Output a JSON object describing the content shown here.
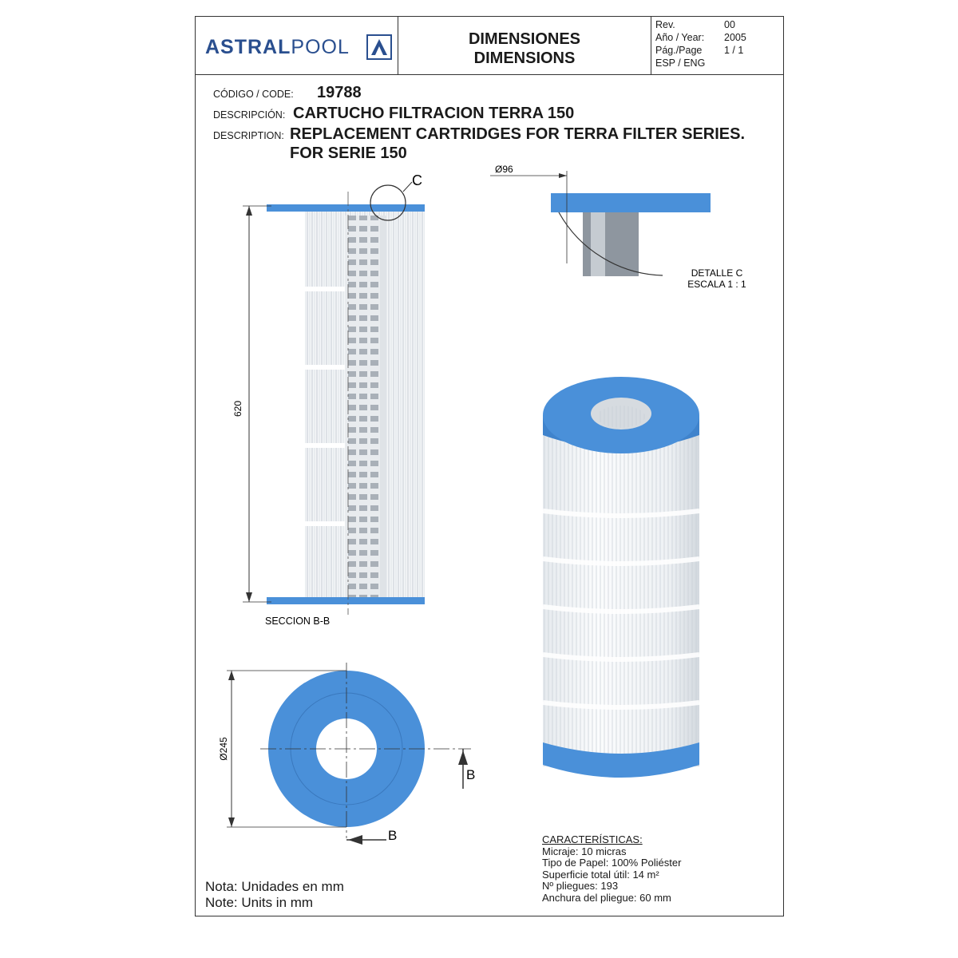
{
  "header": {
    "logo": {
      "part1": "ASTRAL",
      "part2": "POOL"
    },
    "title_line1": "DIMENSIONES",
    "title_line2": "DIMENSIONS",
    "meta": [
      {
        "label": "Rev.",
        "value": "00"
      },
      {
        "label": "Año / Year:",
        "value": "2005"
      },
      {
        "label": "Pág./Page",
        "value": "1 / 1"
      },
      {
        "label": "ESP / ENG",
        "value": ""
      }
    ]
  },
  "product": {
    "code_label": "CÓDIGO / CODE:",
    "code_value": "19788",
    "desc_es_label": "DESCRIPCIÓN:",
    "desc_es_value": "CARTUCHO FILTRACION TERRA 150",
    "desc_en_label": "DESCRIPTION:",
    "desc_en_value_line1": "REPLACEMENT CARTRIDGES FOR TERRA FILTER SERIES.",
    "desc_en_value_line2": "FOR SERIE 150"
  },
  "drawing": {
    "section_label": "SECCION B-B",
    "height_dim": "620",
    "detail_marker": "C",
    "inner_dia_dim": "Ø96",
    "detail_title": "DETALLE C",
    "detail_scale": "ESCALA 1 : 1",
    "outer_dia_dim": "Ø245",
    "section_marker_right": "B",
    "section_marker_bottom": "B"
  },
  "notes": {
    "line1": "Nota: Unidades en mm",
    "line2": "Note: Units in mm"
  },
  "specs": {
    "title": "CARACTERÍSTICAS:",
    "items": [
      "Micraje: 10 micras",
      "Tipo de Papel: 100% Poliéster",
      "Superficie total útil: 14 m²",
      "Nº pliegues: 193",
      "Anchura del pliegue: 60 mm"
    ]
  },
  "colors": {
    "accent_blue": "#4a90d9",
    "brand_blue": "#2a4f8f",
    "line": "#333333"
  }
}
